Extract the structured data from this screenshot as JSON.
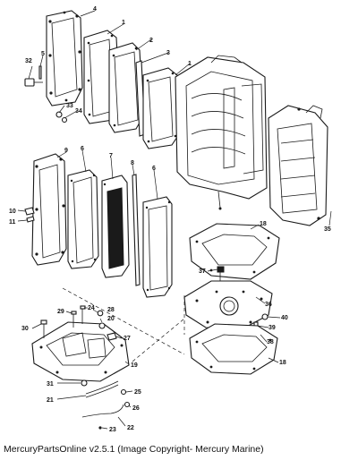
{
  "diagram": {
    "part_numbers": {
      "p1a": "1",
      "p1b": "1",
      "p2": "2",
      "p3": "3",
      "p4": "4",
      "p5": "5",
      "p6a": "6",
      "p6b": "6",
      "p7": "7",
      "p8": "8",
      "p9": "9",
      "p10": "10",
      "p11": "11",
      "p18a": "18",
      "p18b": "18",
      "p19": "19",
      "p20": "20",
      "p21": "21",
      "p22": "22",
      "p23": "23",
      "p24": "24",
      "p25": "25",
      "p26": "26",
      "p27": "27",
      "p28": "28",
      "p29": "29",
      "p30": "30",
      "p31": "31",
      "p32": "32",
      "p33": "33",
      "p34": "34",
      "p35": "35",
      "p36": "36",
      "p37": "37",
      "p38": "38",
      "p39": "39",
      "p40": "40"
    }
  },
  "caption": "MercuryPartsOnline v2.5.1 (Image Copyright- Mercury Marine)"
}
